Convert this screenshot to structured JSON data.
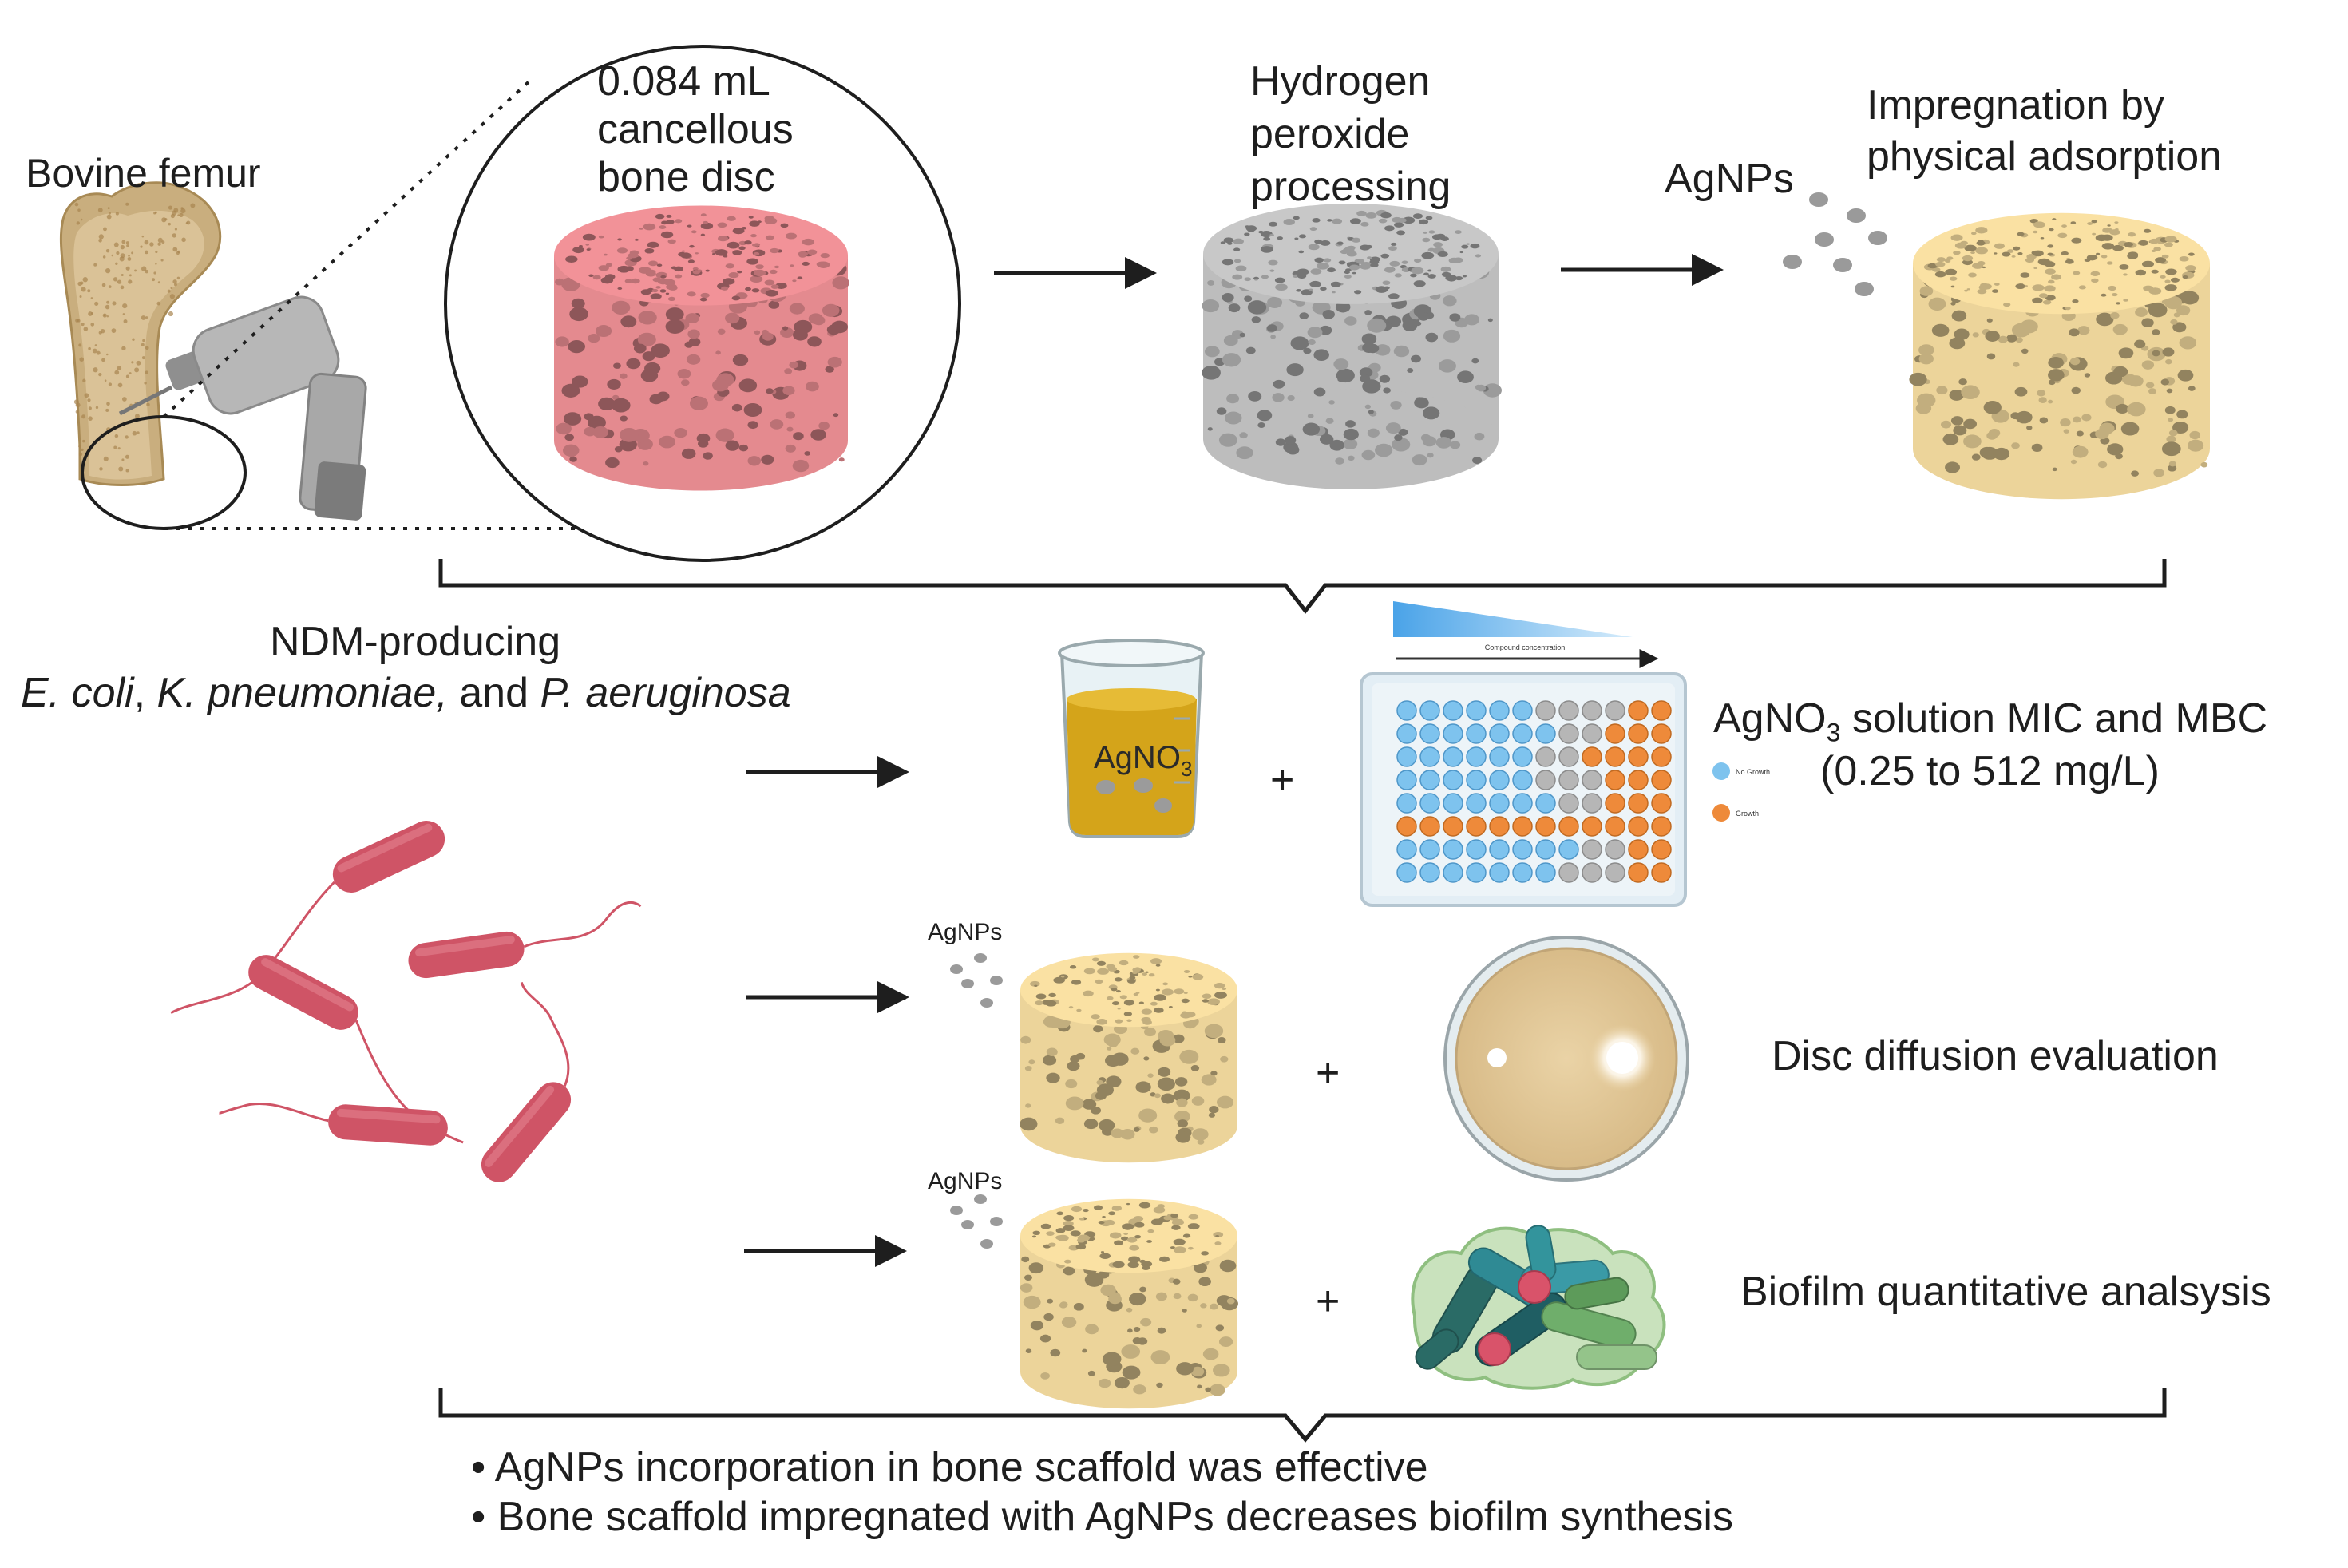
{
  "labels": {
    "bovine_femur": "Bovine femur",
    "bone_disc_line1": "0.084 mL",
    "bone_disc_line2": "cancellous",
    "bone_disc_line3": "bone disc",
    "h2o2_line1": "Hydrogen",
    "h2o2_line2": "peroxide",
    "h2o2_line3": "processing",
    "agnps_top": "AgNPs",
    "impregnation_line1": "Impregnation  by",
    "impregnation_line2": "physical adsorption",
    "ndm_line1": "NDM-producing",
    "species_ecoli": "E. coli",
    "species_sep1": ", ",
    "species_kpneu": "K. pneumoniae,",
    "species_and": " and ",
    "species_paer": "P. aeruginosa",
    "agno3_beaker_main": "AgNO",
    "agno3_beaker_sub": "3",
    "plate_gradient_label": "Compound concentration",
    "plate_legend_nogrowth": "No Growth",
    "plate_legend_growth": "Growth",
    "mic_line1_main": "AgNO",
    "mic_line1_sub": "3",
    "mic_line1_rest": " solution MIC and MBC",
    "mic_line2": "(0.25 to 512 mg/L)",
    "plus": "+",
    "agnps_row2": "AgNPs",
    "disc_diffusion": "Disc diffusion evaluation",
    "agnps_row3": "AgNPs",
    "biofilm": "Biofilm quantitative analsysis",
    "conclusion_1": "AgNPs incorporation in bone scaffold was effective",
    "conclusion_2": "Bone scaffold impregnated with AgNPs decreases biofilm synthesis"
  },
  "colors": {
    "disc_pink": "#e48a8f",
    "disc_gray": "#bdbdbd",
    "disc_tan": "#ecd49a",
    "bacteria": "#cf5466",
    "nogrowth_blue": "#7ec3ee",
    "growth_orange": "#ee8a3a",
    "beaker_liquid": "#d4a41a",
    "agar": "#e3caa0"
  },
  "plate_rows": [
    [
      "b",
      "b",
      "b",
      "b",
      "b",
      "b",
      "g",
      "g",
      "g",
      "g",
      "o",
      "o"
    ],
    [
      "b",
      "b",
      "b",
      "b",
      "b",
      "b",
      "b",
      "g",
      "g",
      "o",
      "o",
      "o"
    ],
    [
      "b",
      "b",
      "b",
      "b",
      "b",
      "b",
      "g",
      "g",
      "o",
      "o",
      "o",
      "o"
    ],
    [
      "b",
      "b",
      "b",
      "b",
      "b",
      "b",
      "g",
      "g",
      "g",
      "o",
      "o",
      "o"
    ],
    [
      "b",
      "b",
      "b",
      "b",
      "b",
      "b",
      "b",
      "g",
      "g",
      "o",
      "o",
      "o"
    ],
    [
      "o",
      "o",
      "o",
      "o",
      "o",
      "o",
      "o",
      "o",
      "o",
      "o",
      "o",
      "o"
    ],
    [
      "b",
      "b",
      "b",
      "b",
      "b",
      "b",
      "b",
      "b",
      "g",
      "g",
      "o",
      "o"
    ],
    [
      "b",
      "b",
      "b",
      "b",
      "b",
      "b",
      "b",
      "g",
      "g",
      "g",
      "o",
      "o"
    ]
  ]
}
